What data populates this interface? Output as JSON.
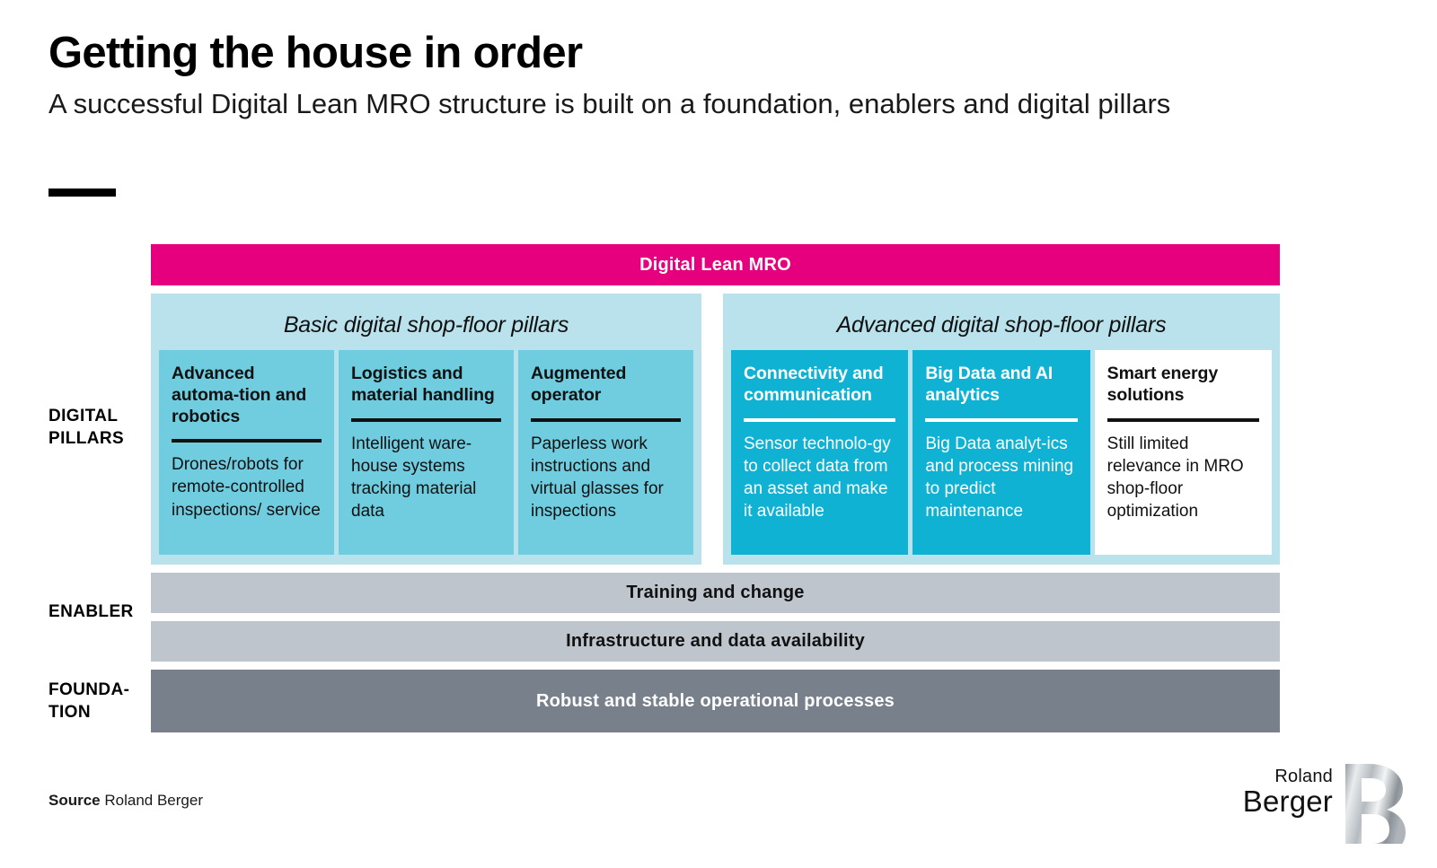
{
  "header": {
    "title": "Getting the house in order",
    "subtitle": "A successful Digital Lean MRO structure is built on a foundation, enablers and digital pillars"
  },
  "row_labels": {
    "digital_pillars": "DIGITAL PILLARS",
    "enabler": "ENABLER",
    "foundation": "FOUNDA-TION"
  },
  "diagram": {
    "top_bar_label": "Digital Lean MRO",
    "groups": [
      {
        "id": "basic",
        "title": "Basic digital shop-floor pillars",
        "cards": [
          {
            "title": "Advanced automa-tion and robotics",
            "body": "Drones/robots for remote-controlled inspections/ service"
          },
          {
            "title": "Logistics and material handling",
            "body": "Intelligent ware-house systems tracking material data"
          },
          {
            "title": "Augmented operator",
            "body": "Paperless work instructions and virtual glasses for inspections"
          }
        ]
      },
      {
        "id": "advanced",
        "title": "Advanced digital shop-floor pillars",
        "cards": [
          {
            "title": "Connectivity and communication",
            "body": "Sensor technolo-gy to collect data from an asset and make it available"
          },
          {
            "title": "Big Data and AI analytics",
            "body": "Big Data analyt-ics and process mining to predict maintenance"
          },
          {
            "title": "Smart energy solutions",
            "body": "Still limited relevance in MRO shop-floor optimization"
          }
        ]
      }
    ],
    "enabler_bars": [
      "Training and change",
      "Infrastructure and data availability"
    ],
    "foundation_bar": "Robust and stable operational processes"
  },
  "footer": {
    "source_label": "Source",
    "source_value": "Roland Berger",
    "logo_line1": "Roland",
    "logo_line2": "Berger"
  },
  "colors": {
    "brand_magenta": "#E6007E",
    "group_background": "#B9E2EC",
    "basic_card": "#6FCDDF",
    "advanced_card": "#10B2D3",
    "enabler_bar": "#BFC5CD",
    "foundation_bar": "#78818B",
    "text_dark": "#111111",
    "text_light": "#FFFFFF"
  }
}
